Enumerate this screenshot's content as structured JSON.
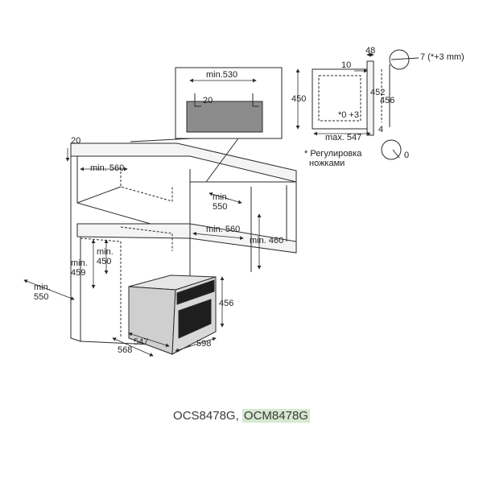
{
  "models": {
    "first": "OCS8478G",
    "separator": ", ",
    "second": "OCM8478G",
    "highlight_color": "#d6e9d0"
  },
  "colors": {
    "line": "#2a2a2a",
    "cabinet_fill": "#f4f4f4",
    "detail_fill": "#8c8c8c",
    "oven_panel": "#cfcfcf"
  },
  "main_view": {
    "dim_20": "20",
    "dim_min560_top": "min. 560",
    "dim_min550_upper_a": "min.",
    "dim_min550_upper_b": "550",
    "dim_min560_mid": "min. 560",
    "dim_min460": "min. 460",
    "dim_min450_a": "min.",
    "dim_min450_b": "450",
    "dim_min459_a": "min.",
    "dim_min459_b": "459",
    "dim_min550_left_a": "min.",
    "dim_min550_left_b": "550",
    "dim_456": "456",
    "dim_547": "547",
    "dim_568": "568",
    "dim_598": "598"
  },
  "detail_view": {
    "dim_min530": "min.530",
    "dim_20": "20"
  },
  "side_view": {
    "dim_48": "48",
    "dim_10": "10",
    "dim_7": "7 (*+3 mm)",
    "dim_450": "450",
    "dim_452": "452",
    "dim_456": "456",
    "dim_0plus3": "*0 +3",
    "dim_max547": "max. 547",
    "dim_4": "4",
    "dim_0": "0",
    "note_line1": "* Регулировка",
    "note_line2": "ножками"
  }
}
